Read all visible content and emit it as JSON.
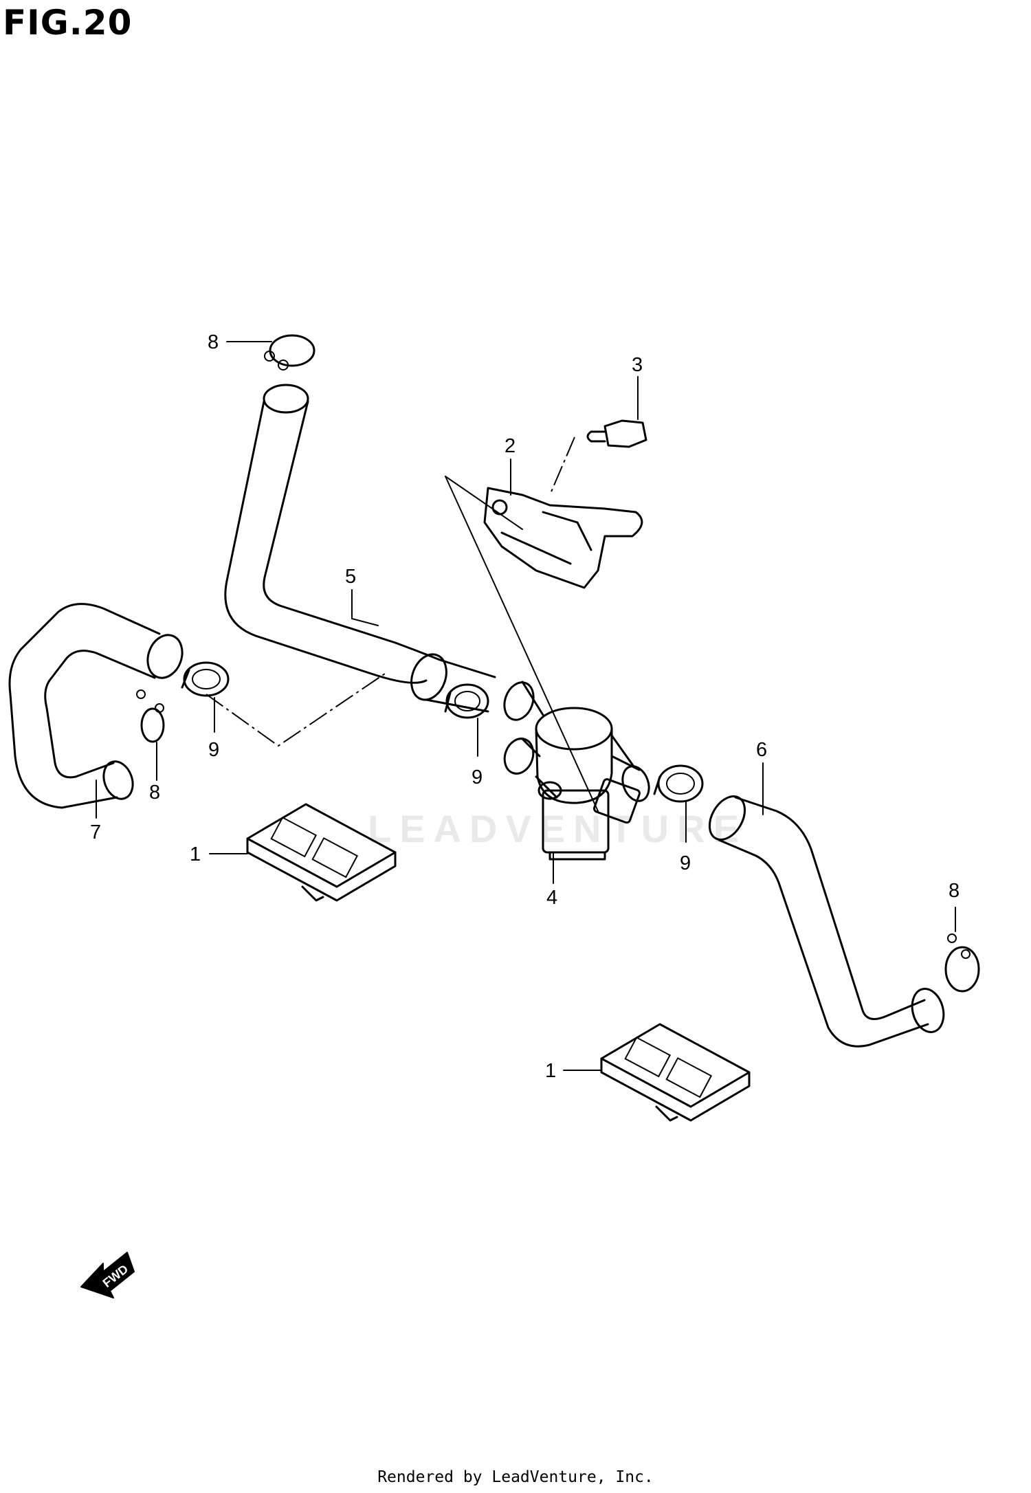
{
  "figure": {
    "title": "FIG.20"
  },
  "callouts": {
    "c1a": "1",
    "c1b": "1",
    "c2": "2",
    "c3": "3",
    "c4": "4",
    "c5": "5",
    "c6": "6",
    "c7": "7",
    "c8a": "8",
    "c8b": "8",
    "c8c": "8",
    "c9a": "9",
    "c9b": "9",
    "c9c": "9"
  },
  "direction": {
    "label": "FWD"
  },
  "watermark": {
    "text": "LEADVENTURE"
  },
  "footer": {
    "text": "Rendered by LeadVenture, Inc."
  }
}
